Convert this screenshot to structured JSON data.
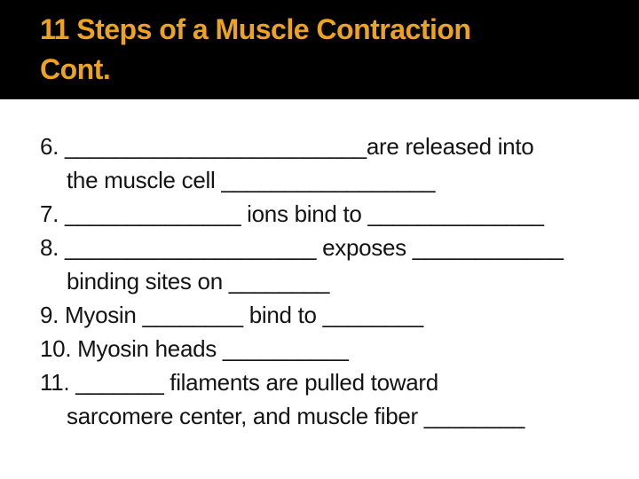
{
  "slide": {
    "title": "11 Steps of a Muscle Contraction\nCont.",
    "colors": {
      "title_bg": "#000000",
      "title_text": "#EEA320",
      "body_text": "#141414",
      "slide_bg": "#FFFFFF"
    },
    "body": {
      "lines": [
        {
          "text": "6. ________________________are released into"
        },
        {
          "text": "the muscle cell _________________"
        },
        {
          "text": "7. ______________ ions bind to ______________"
        },
        {
          "text": "8. ____________________ exposes ____________"
        },
        {
          "text": "binding sites on ________"
        },
        {
          "text": "9. Myosin ________ bind to ________"
        },
        {
          "text": "10. Myosin heads __________"
        },
        {
          "text": "11. _______ filaments are pulled toward"
        },
        {
          "text": "sarcomere center, and muscle fiber ________"
        }
      ]
    }
  }
}
